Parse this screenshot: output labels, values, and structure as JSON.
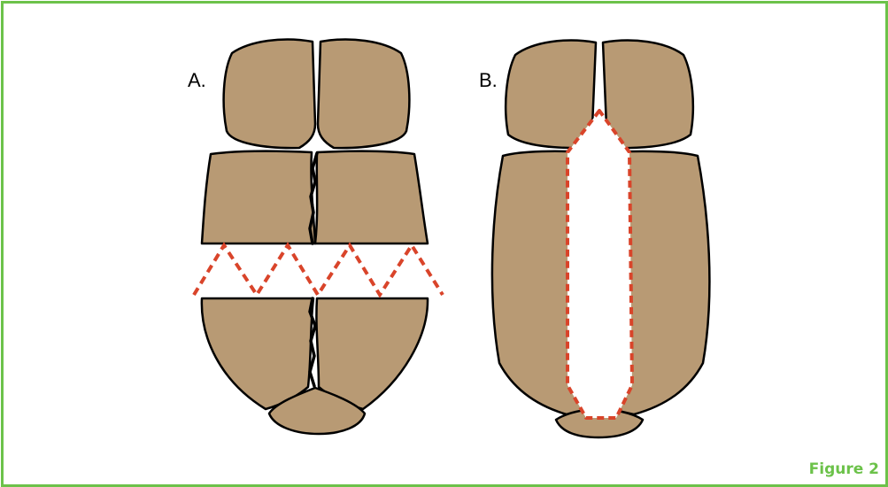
{
  "figure": {
    "caption": "Figure 2",
    "colors": {
      "border": "#6cc24a",
      "bone": "#b89a74",
      "outline": "#000000",
      "cut_line": "#d9442a",
      "caption": "#6cc24a"
    }
  },
  "panel_a": {
    "label": "A."
  },
  "panel_b": {
    "label": "B."
  }
}
